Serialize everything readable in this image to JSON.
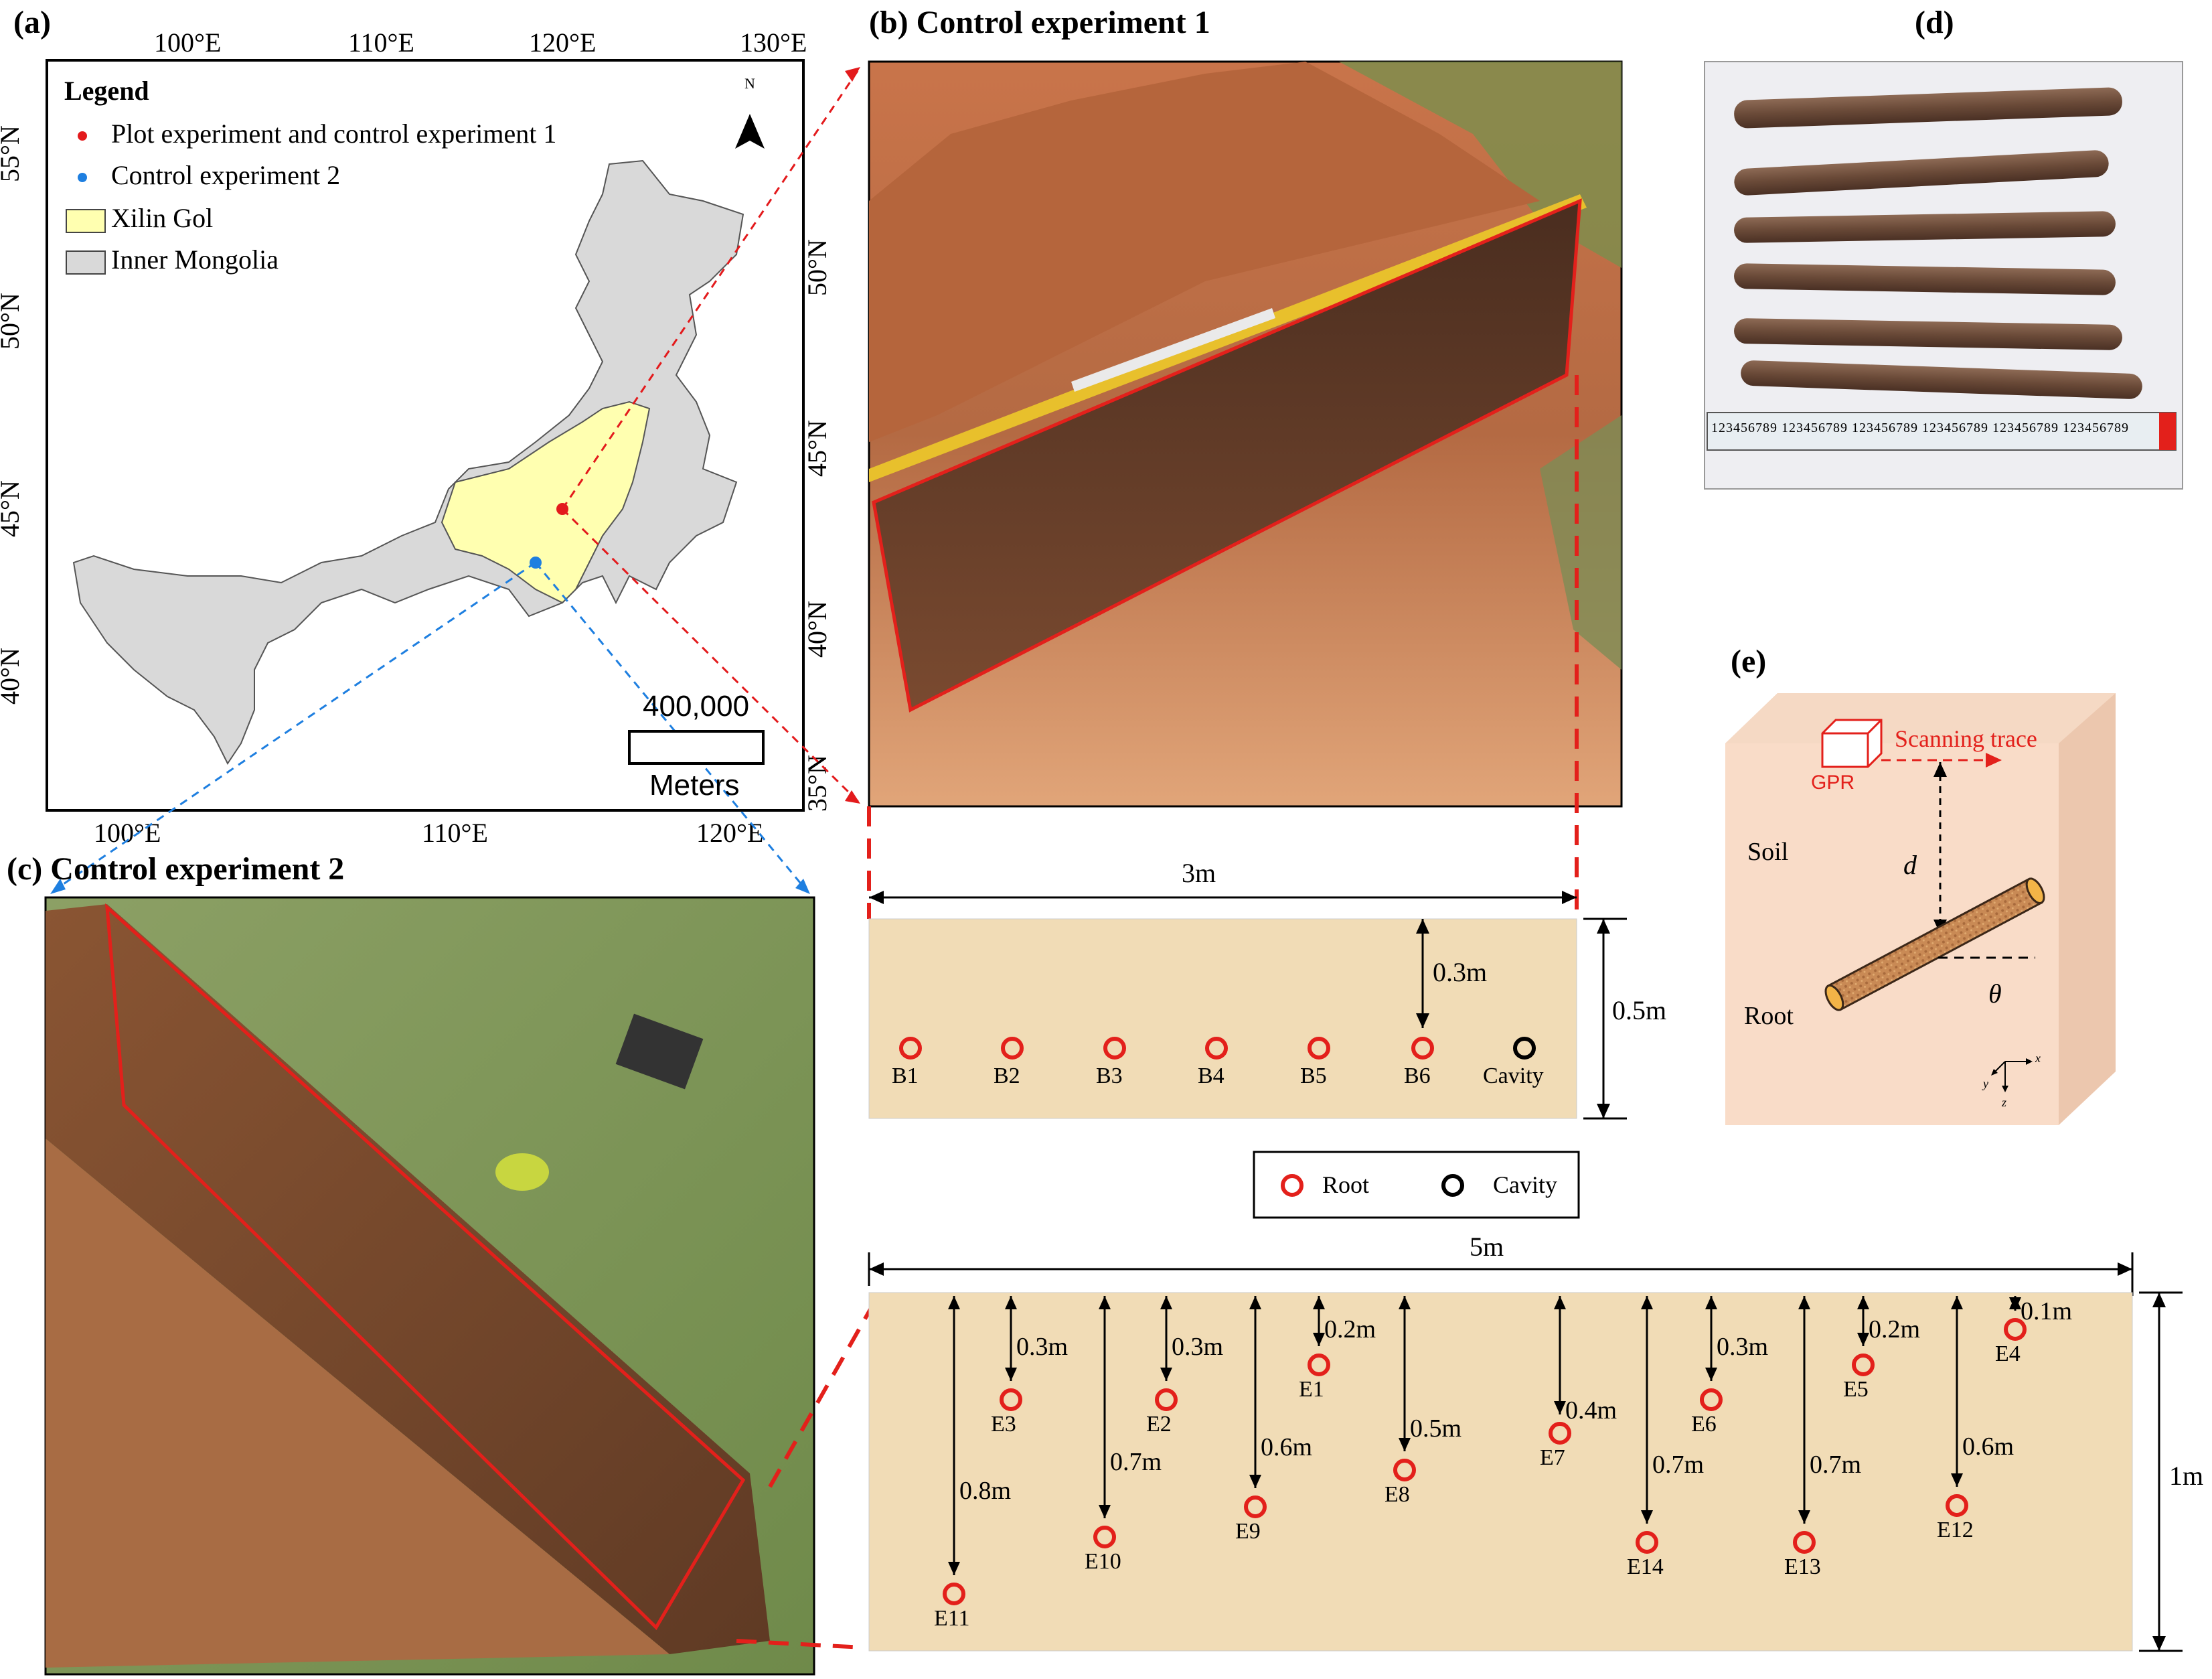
{
  "panels": {
    "a": {
      "label": "(a)",
      "top_lon_ticks": [
        "100°E",
        "110°E",
        "120°E",
        "130°E"
      ],
      "bottom_lon_ticks": [
        "100°E",
        "110°E",
        "120°E"
      ],
      "left_lat_ticks": [
        "55°N",
        "50°N",
        "45°N",
        "40°N"
      ],
      "right_lat_ticks": [
        "50°N",
        "45°N",
        "40°N",
        "35°N"
      ],
      "legend_title": "Legend",
      "legend_items": [
        {
          "label": "Plot experiment and control experiment 1",
          "color": "#e31a1c"
        },
        {
          "label": "Control experiment 2",
          "color": "#1e7fe0"
        },
        {
          "label": "Xilin Gol",
          "color": "#ffffb0"
        },
        {
          "label": "Inner Mongolia",
          "color": "#d9d9d9"
        }
      ],
      "north_label": "N",
      "scale_value": "400,000",
      "scale_unit": "Meters"
    },
    "b": {
      "label": "(b) Control experiment 1",
      "width_label": "3m",
      "height_label": "0.5m",
      "depth_label": "0.3m",
      "markers": [
        "B1",
        "B2",
        "B3",
        "B4",
        "B5",
        "B6",
        "Cavity"
      ]
    },
    "c": {
      "label": "(c) Control experiment 2"
    },
    "d": {
      "label": "(d)",
      "tape_digits": "123456789"
    },
    "e": {
      "label": "(e)",
      "gpr_label": "GPR",
      "scan_label": "Scanning trace",
      "soil_label": "Soil",
      "root_label": "Root",
      "d_label": "d",
      "theta_label": "θ",
      "axis_x": "x",
      "axis_y": "y",
      "axis_z": "z"
    },
    "legend_box": {
      "root": "Root",
      "cavity": "Cavity"
    },
    "bottom": {
      "width_label": "5m",
      "height_label": "1m",
      "markers": [
        {
          "id": "E11",
          "depth": "0.8m"
        },
        {
          "id": "E3",
          "depth": "0.3m"
        },
        {
          "id": "E10",
          "depth": "0.7m"
        },
        {
          "id": "E2",
          "depth": "0.3m"
        },
        {
          "id": "E9",
          "depth": "0.6m"
        },
        {
          "id": "E1",
          "depth": "0.2m"
        },
        {
          "id": "E8",
          "depth": "0.5m"
        },
        {
          "id": "E7",
          "depth": "0.4m"
        },
        {
          "id": "E14",
          "depth": "0.7m"
        },
        {
          "id": "E6",
          "depth": "0.3m"
        },
        {
          "id": "E13",
          "depth": "0.7m"
        },
        {
          "id": "E5",
          "depth": "0.2m"
        },
        {
          "id": "E12",
          "depth": "0.6m"
        },
        {
          "id": "E4",
          "depth": "0.1m"
        }
      ]
    }
  },
  "colors": {
    "root_marker": "#e3201b",
    "guide_red": "#e3201b",
    "guide_blue": "#1e7fe0",
    "soil_strip": "#f1dcb6",
    "box_front": "#f9dcc8",
    "box_side": "#ecc7ae"
  }
}
